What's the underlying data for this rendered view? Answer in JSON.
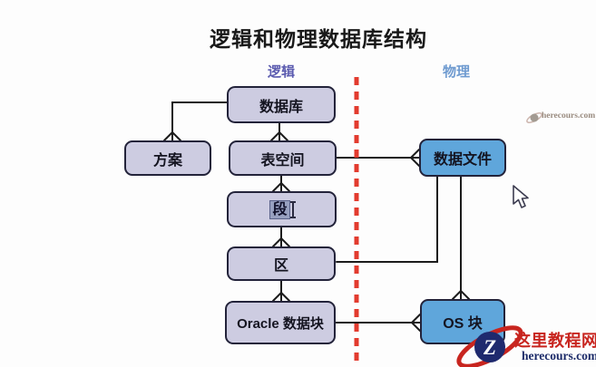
{
  "title": "逻辑和物理数据库结构",
  "legend": {
    "logical": "逻辑",
    "physical": "物理"
  },
  "nodes": [
    {
      "id": "database",
      "label": "数据库",
      "side": "logical"
    },
    {
      "id": "schema",
      "label": "方案",
      "side": "logical"
    },
    {
      "id": "tablespace",
      "label": "表空间",
      "side": "logical"
    },
    {
      "id": "segment",
      "label": "段",
      "side": "logical",
      "state": "text-selected-with-caret"
    },
    {
      "id": "extent",
      "label": "区",
      "side": "logical"
    },
    {
      "id": "oracle-block",
      "label": "Oracle 数据块",
      "side": "logical"
    },
    {
      "id": "datafile",
      "label": "数据文件",
      "side": "physical"
    },
    {
      "id": "os-block",
      "label": "OS 块",
      "side": "physical"
    }
  ],
  "watermark": {
    "site_name": "这里教程网",
    "site_url": "herecours.com",
    "logo_letter": "Z"
  },
  "corner_watermark": {
    "text": "herecours.com"
  },
  "colors": {
    "logical_fill": "#cdcce1",
    "physical_fill": "#5fa6db",
    "node_border": "#23233a",
    "divider_red": "#e23b2e",
    "logical_label": "#5c5cb0",
    "physical_label": "#6f9bd0",
    "watermark_red": "#c8251f",
    "watermark_navy": "#1b2a68",
    "connector": "#1c1c1c"
  }
}
